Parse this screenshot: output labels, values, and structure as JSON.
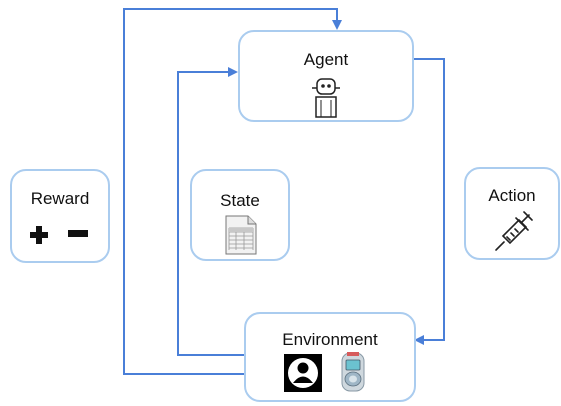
{
  "diagram": {
    "nodes": {
      "agent": {
        "label": "Agent",
        "icon": "robot-icon"
      },
      "state": {
        "label": "State",
        "icon": "spreadsheet-icon"
      },
      "reward": {
        "label": "Reward",
        "icons": [
          "plus-icon",
          "minus-icon"
        ]
      },
      "action": {
        "label": "Action",
        "icon": "syringe-icon"
      },
      "environment": {
        "label": "Environment",
        "icons": [
          "person-icon",
          "glucose-meter-icon"
        ]
      }
    },
    "edges": [
      {
        "from": "environment",
        "to": "agent",
        "via": "reward"
      },
      {
        "from": "environment",
        "to": "agent",
        "via": "state"
      },
      {
        "from": "agent",
        "to": "environment",
        "via": "action"
      }
    ],
    "colors": {
      "box_border": "#aaccef",
      "arrow": "#4a7fd8"
    }
  }
}
